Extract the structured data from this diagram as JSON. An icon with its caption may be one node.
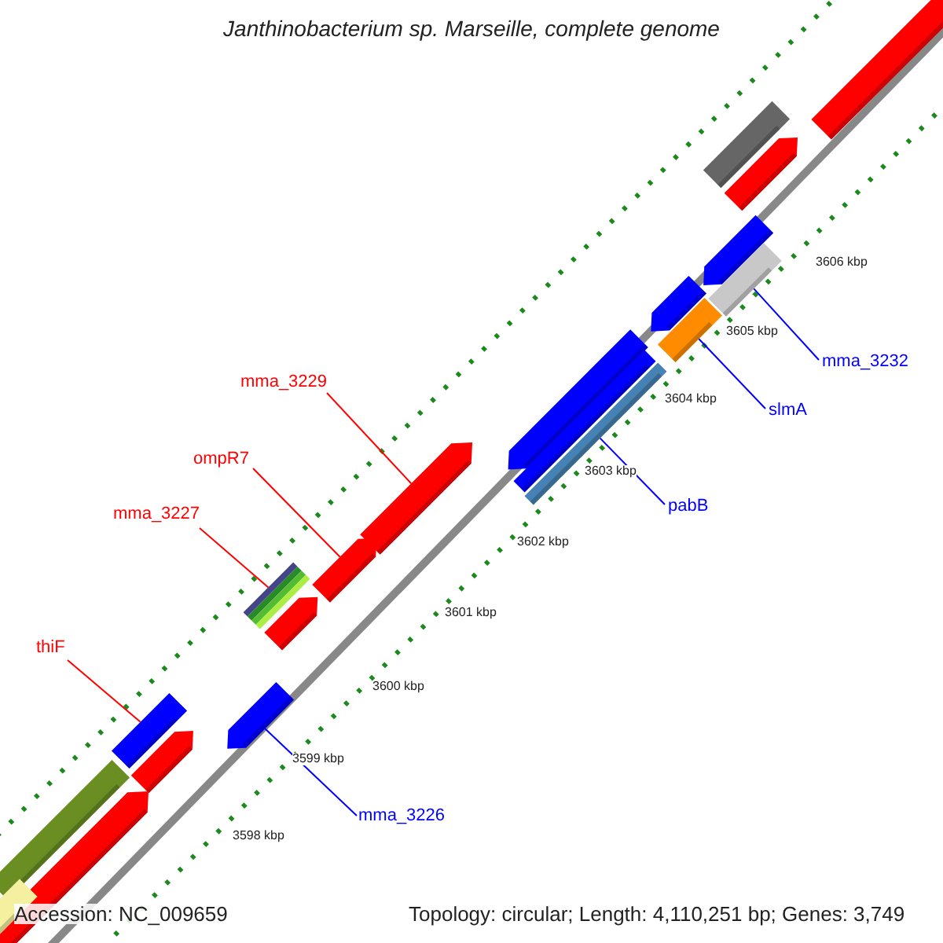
{
  "diagram": {
    "title": "Janthinobacterium sp. Marseille, complete genome",
    "nodes": [
      {
        "text": [
          "mma_3229"
        ]
      },
      {
        "text": [
          "ompR7"
        ]
      },
      {
        "text": [
          "mma_3227"
        ]
      },
      {
        "text": [
          "mma_3232"
        ]
      },
      {
        "text": [
          "slmA"
        ]
      },
      {
        "text": [
          "pabB"
        ]
      },
      {
        "text": [
          "thiF"
        ]
      },
      {
        "text": [
          "mma_3226"
        ]
      },
      {
        "text": [],
        "shape": "bar"
      },
      {
        "text": [],
        "shape": "bar"
      },
      {
        "text": [],
        "shape": "bar"
      },
      {
        "text": [],
        "shape": "bar"
      },
      {
        "text": [],
        "shape": "bar"
      },
      {
        "text": [],
        "shape": "bar"
      },
      {
        "text": [],
        "shape": "bar"
      },
      {
        "text": [],
        "shape": "bar"
      },
      {
        "text": [],
        "shape": "bar"
      },
      {
        "text": [],
        "shape": "bar"
      },
      {
        "text": [],
        "shape": "bar"
      },
      {
        "text": [],
        "shape": "bar"
      },
      {
        "text": [],
        "shape": "bar"
      },
      {
        "text": [],
        "shape": "bar"
      },
      {
        "text": [],
        "shape": "bar"
      },
      {
        "text": [],
        "shape": "bar"
      },
      {
        "text": [],
        "shape": "bar"
      },
      {
        "text": [],
        "shape": "bar"
      },
      {
        "text": [],
        "shape": "bar"
      },
      {
        "text": [],
        "shape": "bar"
      }
    ],
    "edges": [
      {
        "from": 0,
        "to": 18,
        "arrow": "none"
      },
      {
        "from": 1,
        "to": 19,
        "arrow": "none"
      },
      {
        "from": 2,
        "to": 20,
        "arrow": "none"
      },
      {
        "from": 3,
        "to": 12,
        "arrow": "none",
        "color": "#0000ff"
      },
      {
        "from": 4,
        "to": 14,
        "arrow": "none",
        "color": "#0000ff"
      },
      {
        "from": 5,
        "to": 17,
        "arrow": "none",
        "color": "#0000ff"
      },
      {
        "from": 6,
        "to": 23,
        "arrow": "none"
      },
      {
        "from": 7,
        "to": 22,
        "arrow": "none",
        "color": "#0000ff"
      }
    ],
    "labels": [
      "3606 kbp",
      "3605 kbp",
      "3604 kbp",
      "3603 kbp",
      "3602 kbp",
      "3601 kbp",
      "3600 kbp",
      "3599 kbp",
      "3598 kbp",
      "Accession: NC_009659",
      "Topology: circular; Length: 4,110,251 bp; Genes: 3,749"
    ]
  }
}
